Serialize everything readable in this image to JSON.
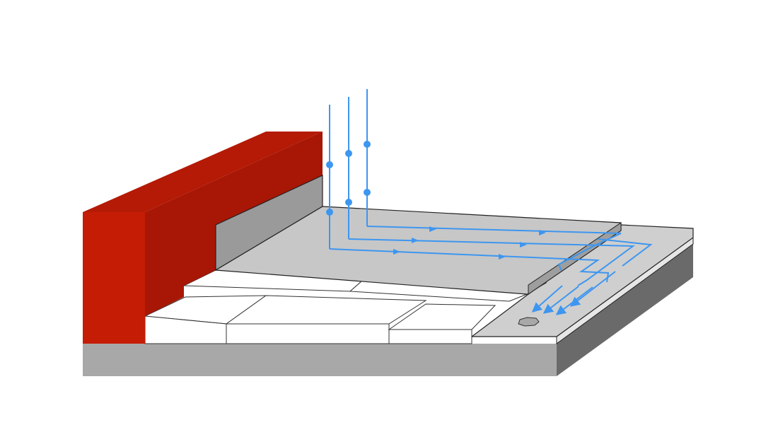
{
  "diagram": {
    "subject": "roof-drainage-cross-section",
    "labels": [],
    "colors": {
      "background": "#ffffff",
      "wall_front": "#c41c05",
      "wall_side": "#a81606",
      "wall_top": "#b41a05",
      "upstand_membrane": "#9a9a9a",
      "membrane_top": "#c7c7c7",
      "drainage_layer": "#c9c9c9",
      "drainage_layer_edge": "#9e9e9e",
      "insulation_boards": "#ffffff",
      "base_slab_front": "#a8a8a8",
      "base_slab_side": "#6a6a6a",
      "base_slab_strip": "#e6e6e6",
      "water_flow": "#3d96f0",
      "outline": "#222222"
    },
    "icons": [
      "water-flow-arrows",
      "drain-outlet"
    ]
  }
}
